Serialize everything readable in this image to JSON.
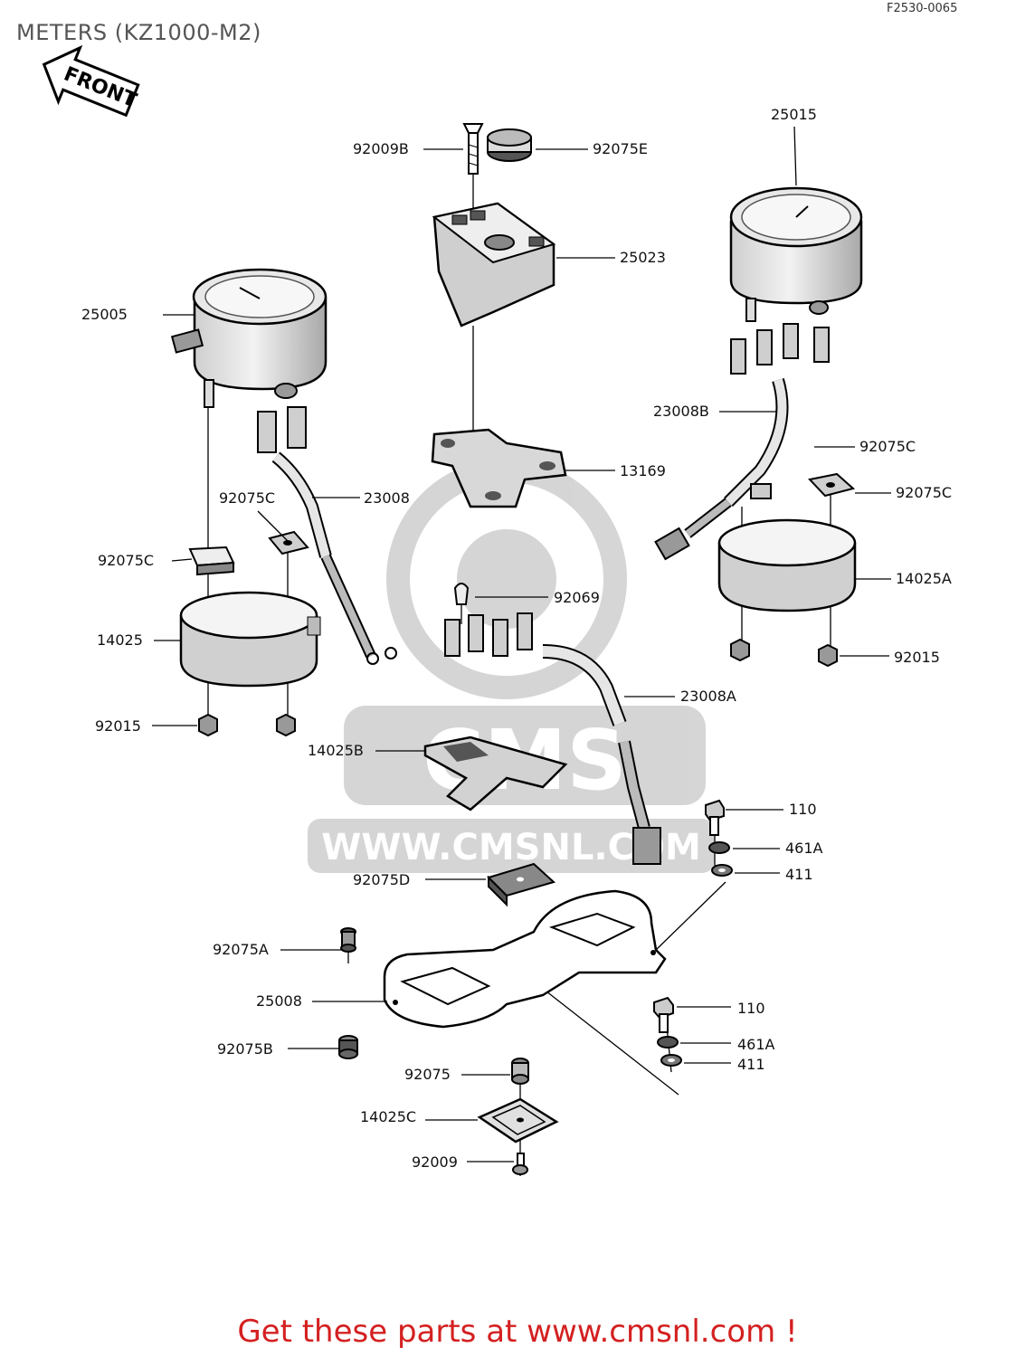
{
  "header": {
    "title": "METERS (KZ1000-M2)",
    "ref_code": "F2530-0065"
  },
  "front_arrow": {
    "label": "FRONT"
  },
  "watermark": {
    "text": "WWW.CMSNL.COM",
    "logo_text": "CMS"
  },
  "callouts": [
    {
      "id": "c01",
      "label": "92009B"
    },
    {
      "id": "c02",
      "label": "92075E"
    },
    {
      "id": "c03",
      "label": "25015"
    },
    {
      "id": "c04",
      "label": "25023"
    },
    {
      "id": "c05",
      "label": "25005"
    },
    {
      "id": "c06",
      "label": "23008B"
    },
    {
      "id": "c07",
      "label": "92075C"
    },
    {
      "id": "c08",
      "label": "13169"
    },
    {
      "id": "c09",
      "label": "92075C"
    },
    {
      "id": "c10",
      "label": "92075C"
    },
    {
      "id": "c11",
      "label": "23008"
    },
    {
      "id": "c12",
      "label": "92075C"
    },
    {
      "id": "c13",
      "label": "14025A"
    },
    {
      "id": "c14",
      "label": "92069"
    },
    {
      "id": "c15",
      "label": "14025"
    },
    {
      "id": "c16",
      "label": "92015"
    },
    {
      "id": "c17",
      "label": "23008A"
    },
    {
      "id": "c18",
      "label": "92015"
    },
    {
      "id": "c19",
      "label": "14025B"
    },
    {
      "id": "c20",
      "label": "110"
    },
    {
      "id": "c21",
      "label": "461A"
    },
    {
      "id": "c22",
      "label": "92075D"
    },
    {
      "id": "c23",
      "label": "411"
    },
    {
      "id": "c24",
      "label": "92075A"
    },
    {
      "id": "c25",
      "label": "25008"
    },
    {
      "id": "c26",
      "label": "110"
    },
    {
      "id": "c27",
      "label": "92075B"
    },
    {
      "id": "c28",
      "label": "461A"
    },
    {
      "id": "c29",
      "label": "411"
    },
    {
      "id": "c30",
      "label": "92075"
    },
    {
      "id": "c31",
      "label": "14025C"
    },
    {
      "id": "c32",
      "label": "92009"
    }
  ],
  "footer": {
    "promo": "Get these parts at www.cmsnl.com !"
  }
}
